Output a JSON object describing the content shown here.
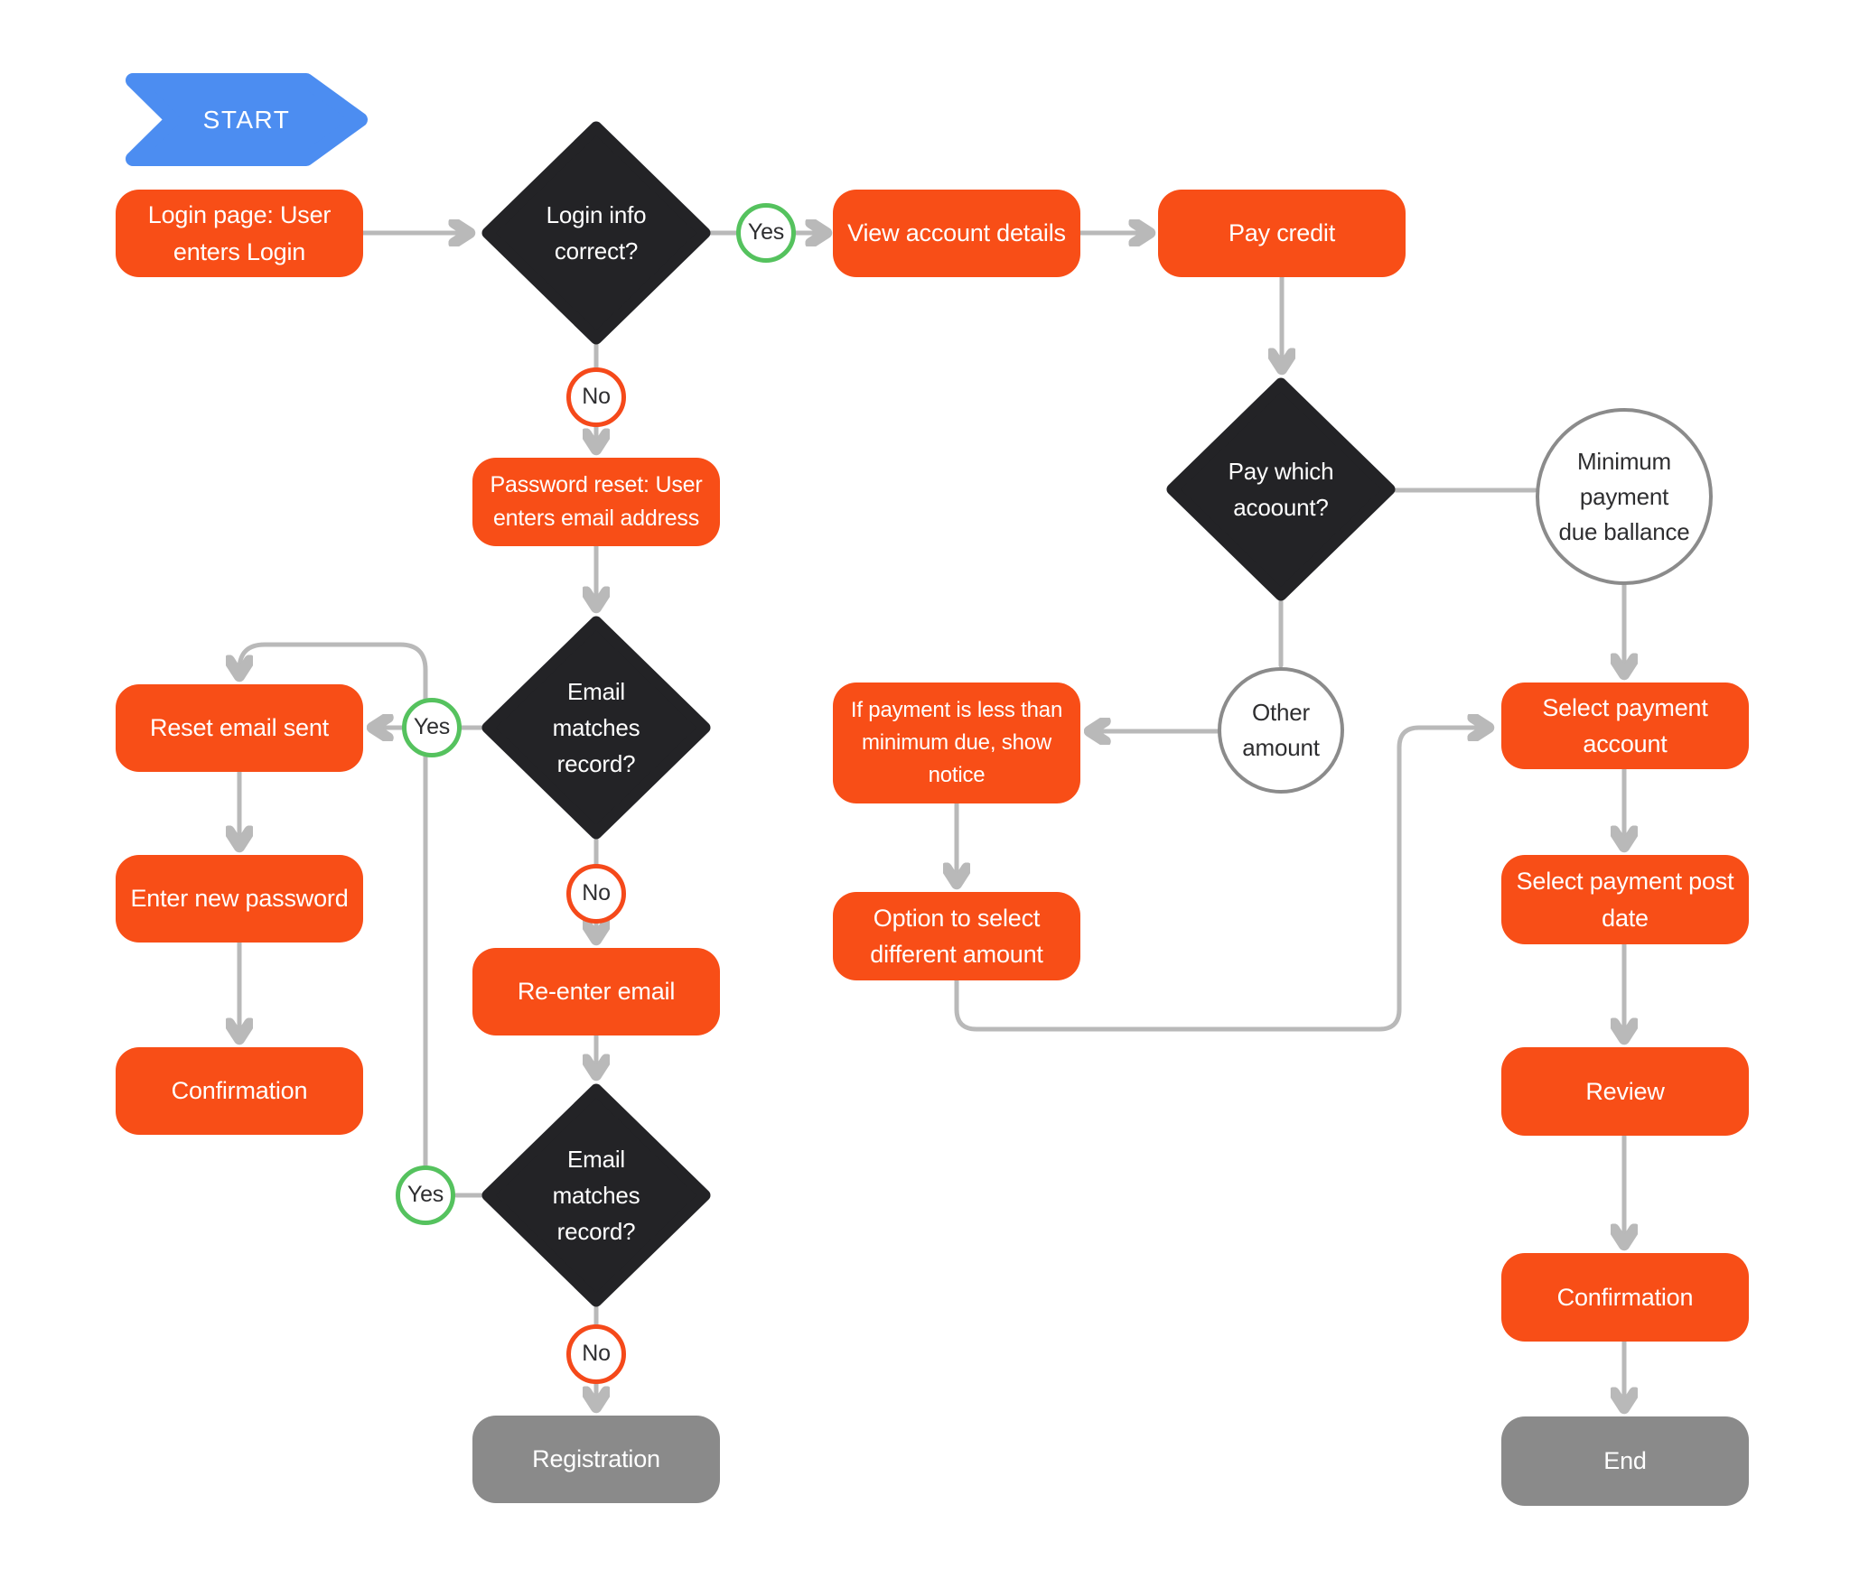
{
  "colors": {
    "orange": "#F84E17",
    "blue": "#4C8DF1",
    "dark": "#232326",
    "gray_node": "#8A8A8A",
    "line": "#B9B9B9",
    "green_ring": "#55C25E",
    "red_ring": "#F5491A",
    "ring_gray": "#8B8B8B",
    "text_dark": "#2E2E30",
    "background": "#FFFFFF"
  },
  "nodes": {
    "start": {
      "label": "START"
    },
    "login_page": {
      "label": "Login page: User\nenters Login"
    },
    "login_correct": {
      "label": "Login info\ncorrect?"
    },
    "yes1": {
      "label": "Yes"
    },
    "no1": {
      "label": "No"
    },
    "view_account": {
      "label": "View account details"
    },
    "pay_credit": {
      "label": "Pay credit"
    },
    "pay_which": {
      "label": "Pay which\nacoount?"
    },
    "min_payment": {
      "label": "Minimum\npayment\ndue ballance"
    },
    "other_amount": {
      "label": "Other\namount"
    },
    "less_than_min": {
      "label": "If payment is less than\nminimum due, show\nnotice"
    },
    "option_diff": {
      "label": "Option to select\ndifferent amount"
    },
    "select_account": {
      "label": "Select payment\naccount"
    },
    "select_post_date": {
      "label": "Select payment post\ndate"
    },
    "review": {
      "label": "Review"
    },
    "confirmation_right": {
      "label": "Confirmation"
    },
    "end": {
      "label": "End"
    },
    "password_reset": {
      "label": "Password reset: User\nenters email address"
    },
    "email_matches1": {
      "label": "Email\nmatches\nrecord?"
    },
    "yes2": {
      "label": "Yes"
    },
    "no2": {
      "label": "No"
    },
    "reset_email_sent": {
      "label": "Reset email sent"
    },
    "enter_new_password": {
      "label": "Enter new password"
    },
    "confirmation_left": {
      "label": "Confirmation"
    },
    "re_enter_email": {
      "label": "Re-enter email"
    },
    "email_matches2": {
      "label": "Email\nmatches\nrecord?"
    },
    "yes3": {
      "label": "Yes"
    },
    "no3": {
      "label": "No"
    },
    "registration": {
      "label": "Registration"
    }
  }
}
